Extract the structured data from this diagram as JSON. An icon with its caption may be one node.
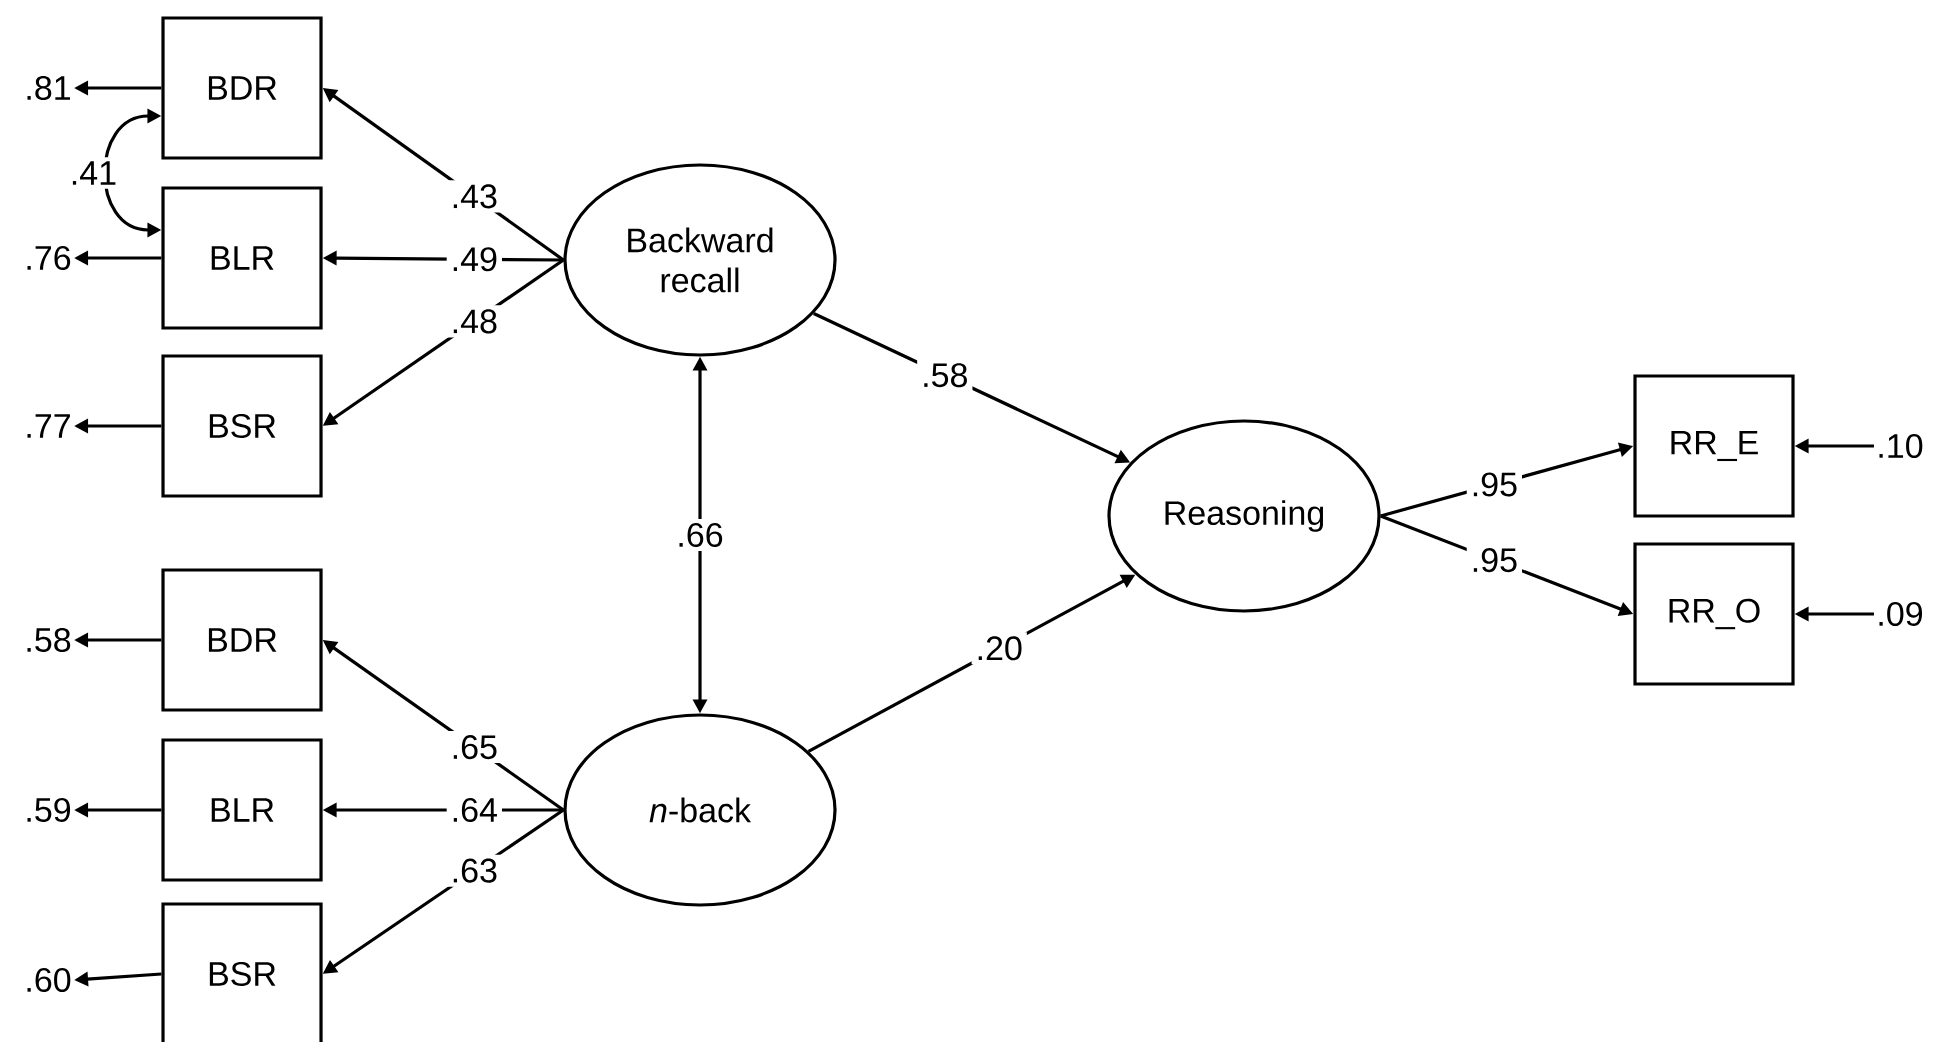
{
  "diagram": {
    "nodes": [
      {
        "text": [
          "BDR"
        ]
      },
      {
        "text": [
          "BLR"
        ]
      },
      {
        "text": [
          "BSR"
        ]
      },
      {
        "text": [
          "BDR"
        ]
      },
      {
        "text": [
          "BLR"
        ]
      },
      {
        "text": [
          "BSR"
        ]
      },
      {
        "text": [
          "Backward recall"
        ]
      },
      {
        "text": [
          "*n*-back"
        ]
      },
      {
        "text": [
          "Reasoning"
        ]
      },
      {
        "text": [
          "RR_E"
        ]
      },
      {
        "text": [
          "RR_O"
        ]
      },
      {
        "text": [
          ".81"
        ]
      },
      {
        "text": [
          ".76"
        ]
      },
      {
        "text": [
          ".77"
        ]
      },
      {
        "text": [
          ".58"
        ]
      },
      {
        "text": [
          ".59"
        ]
      },
      {
        "text": [
          ".60"
        ]
      },
      {
        "text": [
          ".10"
        ]
      },
      {
        "text": [
          ".09"
        ]
      }
    ],
    "edges": [
      {
        "from": 6,
        "to": 0,
        "arrow": "to",
        "label": ".43"
      },
      {
        "from": 6,
        "to": 1,
        "arrow": "to",
        "label": ".49"
      },
      {
        "from": 6,
        "to": 2,
        "arrow": "to",
        "label": ".48"
      },
      {
        "from": 0,
        "to": 11,
        "arrow": "to"
      },
      {
        "from": 1,
        "to": 12,
        "arrow": "to"
      },
      {
        "from": 2,
        "to": 13,
        "arrow": "to"
      },
      {
        "from": 0,
        "to": 1,
        "arrow": "both",
        "label": ".41"
      },
      {
        "from": 7,
        "to": 3,
        "arrow": "to",
        "label": ".65"
      },
      {
        "from": 7,
        "to": 4,
        "arrow": "to",
        "label": ".64"
      },
      {
        "from": 7,
        "to": 5,
        "arrow": "to",
        "label": ".63"
      },
      {
        "from": 3,
        "to": 14,
        "arrow": "to"
      },
      {
        "from": 4,
        "to": 15,
        "arrow": "to"
      },
      {
        "from": 5,
        "to": 16,
        "arrow": "to"
      },
      {
        "from": 6,
        "to": 7,
        "arrow": "both",
        "label": ".66"
      },
      {
        "from": 6,
        "to": 8,
        "arrow": "to",
        "label": ".58"
      },
      {
        "from": 7,
        "to": 8,
        "arrow": "to",
        "label": ".20"
      },
      {
        "from": 8,
        "to": 9,
        "arrow": "to",
        "label": ".95"
      },
      {
        "from": 8,
        "to": 10,
        "arrow": "to",
        "label": ".95"
      },
      {
        "from": 17,
        "to": 9,
        "arrow": "to"
      },
      {
        "from": 18,
        "to": 10,
        "arrow": "to"
      }
    ]
  }
}
